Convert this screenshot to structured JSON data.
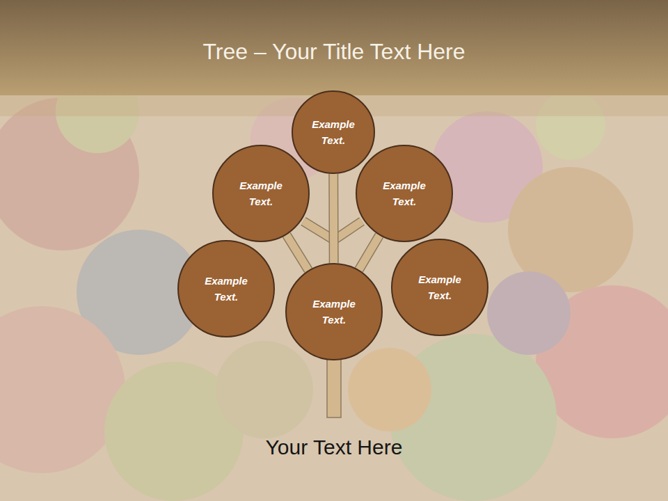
{
  "diagram": {
    "title": "Tree – Your Title Text Here",
    "caption": "Your Text Here",
    "nodes": [
      {
        "text": [
          "Example Text."
        ]
      },
      {
        "text": [
          "Example Text."
        ]
      },
      {
        "text": [
          "Example Text."
        ]
      },
      {
        "text": [
          "Example Text."
        ]
      },
      {
        "text": [
          "Example Text."
        ]
      },
      {
        "text": [
          "Example Text."
        ]
      }
    ],
    "edges": [
      {
        "from": 0,
        "to": 4,
        "arrow": "none"
      },
      {
        "from": 1,
        "to": 4,
        "arrow": "none"
      },
      {
        "from": 2,
        "to": 4,
        "arrow": "none"
      }
    ]
  }
}
